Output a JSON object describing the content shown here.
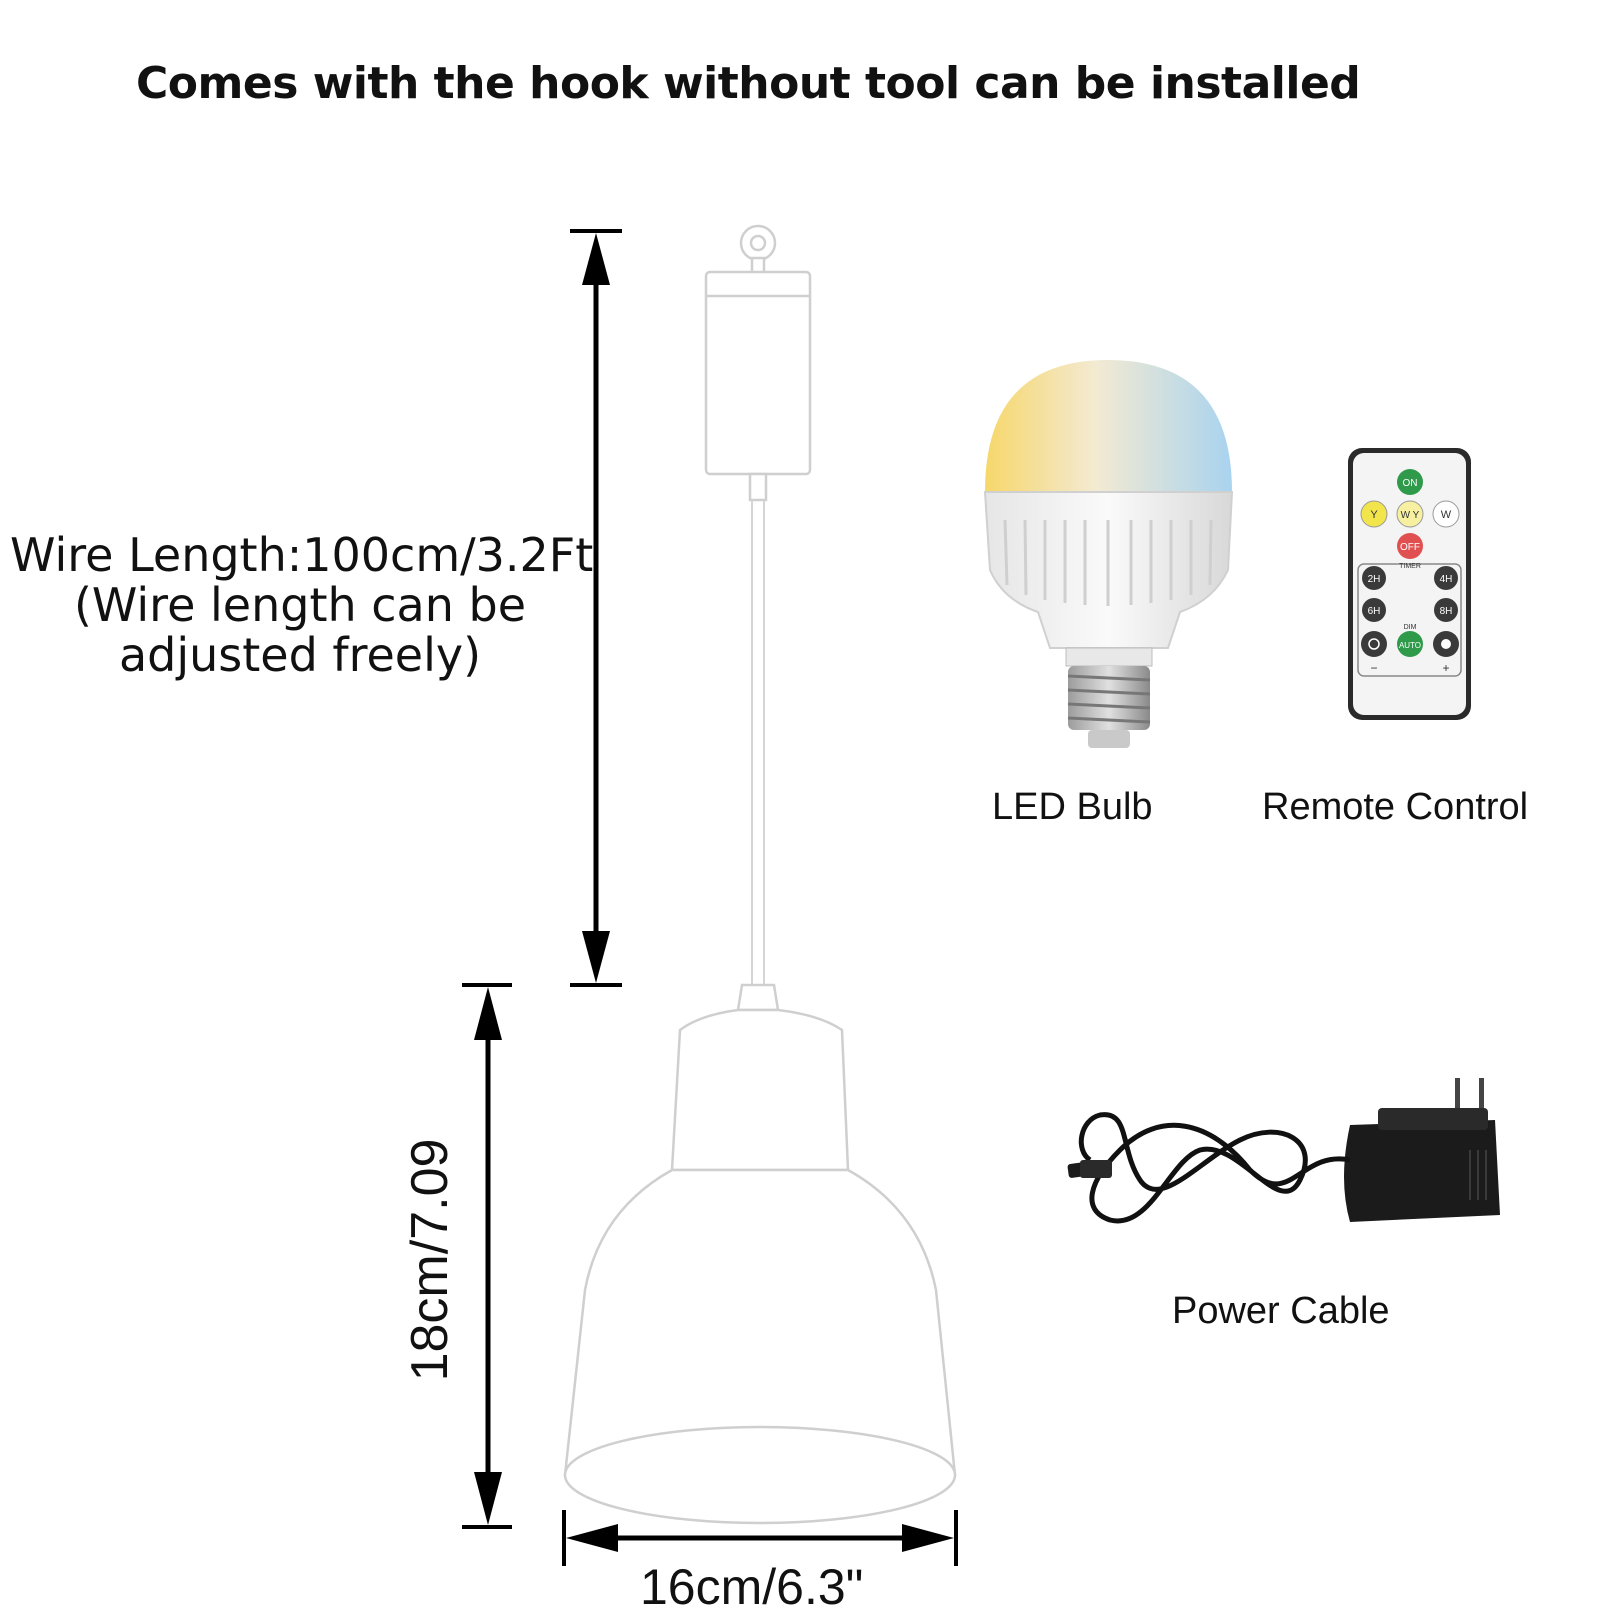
{
  "headline": "Comes with the hook without tool can be installed",
  "wire_label": {
    "line1": "Wire Length:100cm/3.2Ft",
    "line2": "(Wire length can be",
    "line3": "adjusted freely)"
  },
  "height_label": "18cm/7.09",
  "width_label": "16cm/6.3\"",
  "captions": {
    "bulb": "LED Bulb",
    "remote": "Remote Control",
    "power": "Power Cable"
  },
  "remote": {
    "on": "ON",
    "y": "Y",
    "wy": "W Y",
    "w": "W",
    "off": "OFF",
    "timer": "TIMER",
    "t2": "2H",
    "t4": "4H",
    "t6": "6H",
    "t8": "8H",
    "dim": "DIM",
    "auto": "AUTO",
    "minus": "−",
    "plus": "+"
  },
  "colors": {
    "on_button": "#2e9a4a",
    "y_button": "#f1e54b",
    "off_button": "#e05050",
    "auto_button": "#2e9a4a",
    "dark_button": "#3a3a3a"
  }
}
